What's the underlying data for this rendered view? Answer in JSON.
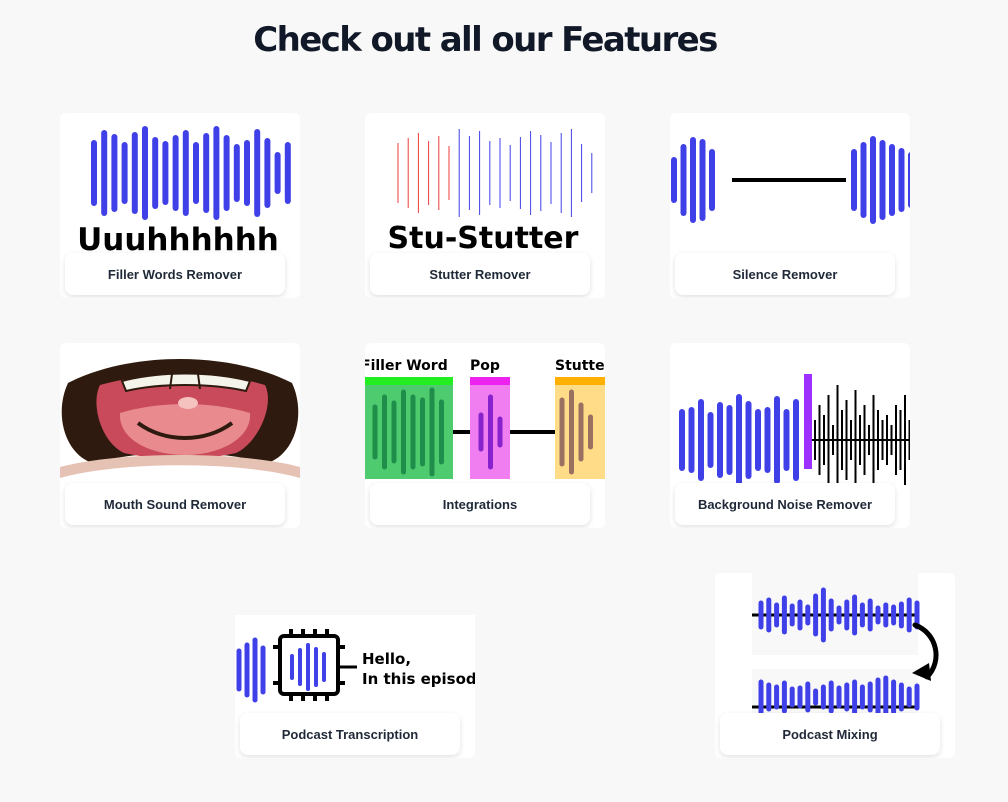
{
  "page": {
    "title": "Check out all our Features"
  },
  "features": [
    {
      "label": "Filler Words Remover",
      "art_text": "Uuuhhhhhh"
    },
    {
      "label": "Stutter Remover",
      "art_text": "Stu-Stutter"
    },
    {
      "label": "Silence Remover"
    },
    {
      "label": "Mouth Sound Remover"
    },
    {
      "label": "Integrations",
      "tags": [
        "Filler Word",
        "Pop",
        "Stutter"
      ]
    },
    {
      "label": "Background Noise Remover"
    },
    {
      "label": "Podcast Transcription",
      "art_text_1": "Hello,",
      "art_text_2": "In this episode"
    },
    {
      "label": "Podcast Mixing"
    }
  ],
  "colors": {
    "wave": "#4040e8",
    "stutter": "#ee3b3b",
    "filler_tag": "#22ee22",
    "pop_tag": "#ee22ee",
    "stutter_tag": "#ffb000",
    "noise_marker": "#9b30ff"
  }
}
